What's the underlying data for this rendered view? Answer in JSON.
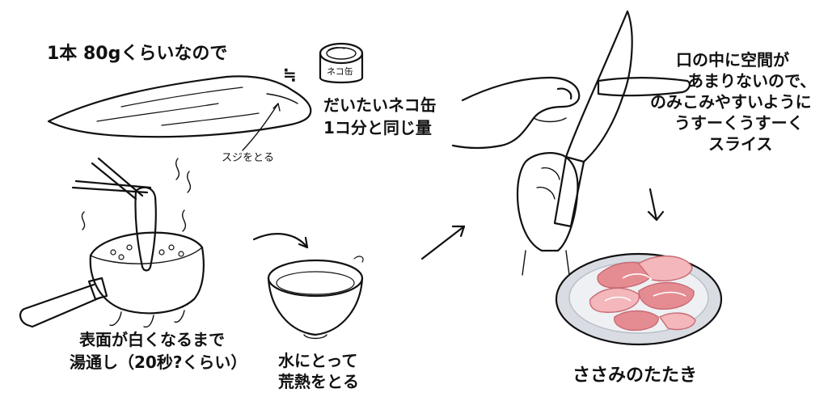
{
  "labels": {
    "weight_note": "1本 80gくらいなので",
    "can_label": "ネコ缶",
    "equal_sign": "≒",
    "can_note_1": "だいたいネコ缶",
    "can_note_2": "1コ分と同じ量",
    "remove_tendon": "スジをとる",
    "blanch_1": "表面が白くなるまで",
    "blanch_2": "湯通し（20秒?くらい）",
    "cool_1": "水にとって",
    "cool_2": "荒熱をとる",
    "slice_1": "口の中に空間が",
    "slice_2": "あまりないので、",
    "slice_3": "のみこみやすいように",
    "slice_4": "うすーくうすーく",
    "slice_5": "スライス",
    "result": "ささみのたたき"
  },
  "colors": {
    "ink": "#111111",
    "meat_pink": "#e58c93",
    "meat_light": "#f4b7bb",
    "plate_gray": "#d9dde3",
    "plate_rim": "#b8bec7"
  },
  "icons": [
    "cat-food-can-icon",
    "arrow-down-icon",
    "curved-arrow-icon"
  ]
}
